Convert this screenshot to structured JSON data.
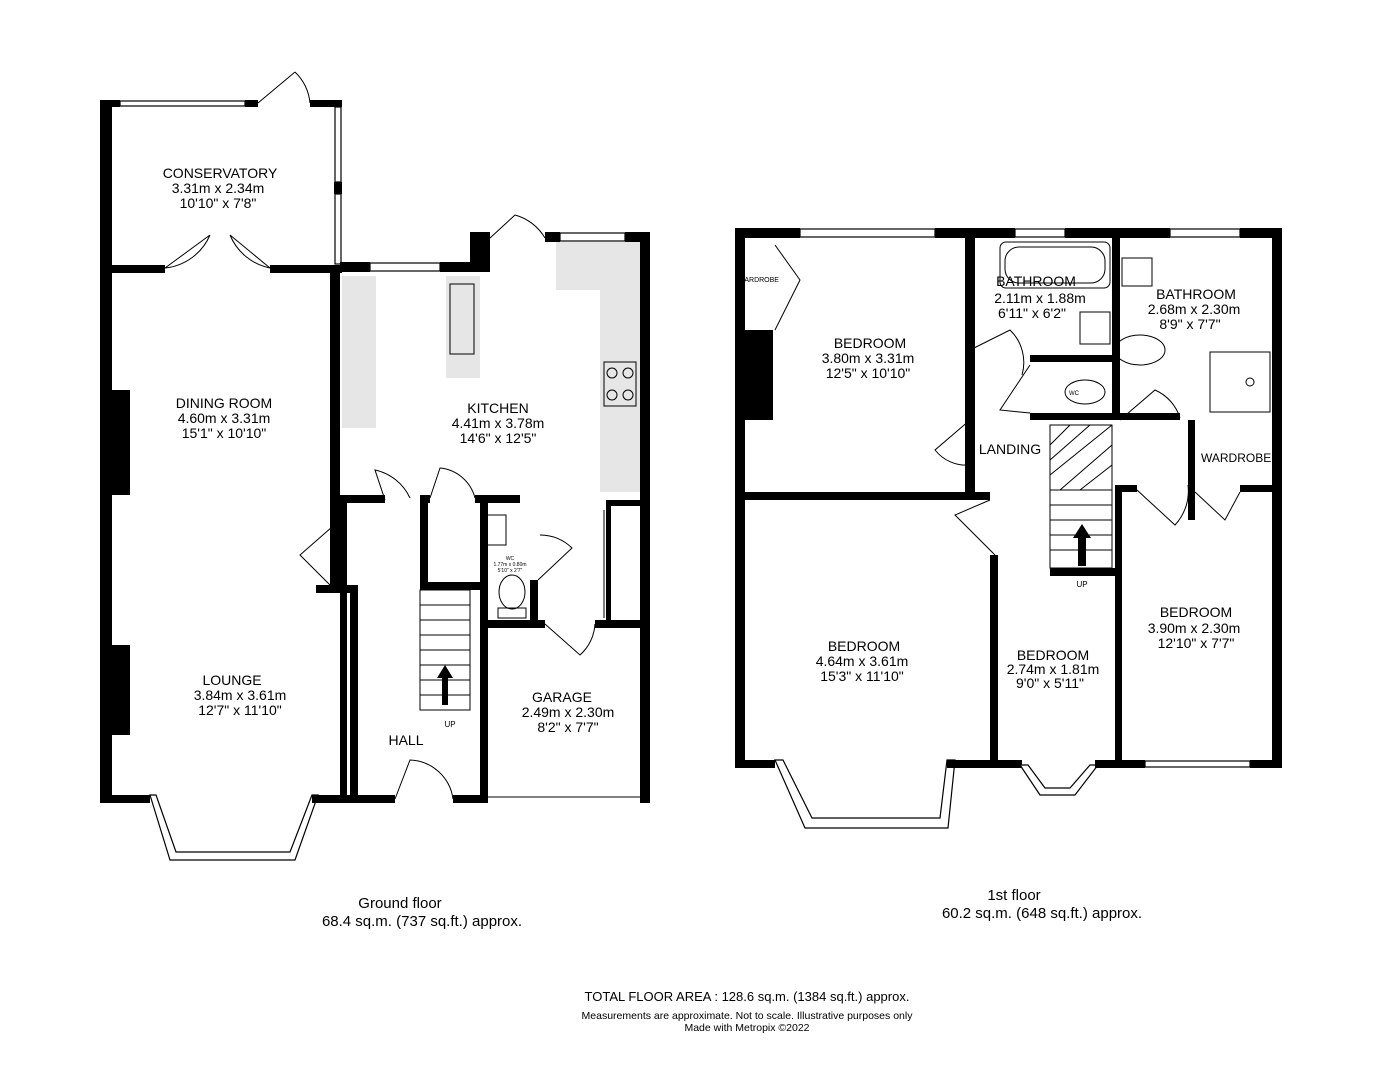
{
  "ground_floor": {
    "rooms": [
      {
        "name": "CONSERVATORY",
        "metric": "3.31m  x 2.34m",
        "imperial": "10'10\"  x 7'8\""
      },
      {
        "name": "DINING ROOM",
        "metric": "4.60m  x 3.31m",
        "imperial": "15'1\"  x 10'10\""
      },
      {
        "name": "KITCHEN",
        "metric": "4.41m  x 3.78m",
        "imperial": "14'6\"  x 12'5\""
      },
      {
        "name": "LOUNGE",
        "metric": "3.84m  x 3.61m",
        "imperial": "12'7\"  x 11'10\""
      },
      {
        "name": "GARAGE",
        "metric": "2.49m  x 2.30m",
        "imperial": "8'2\"  x 7'7\""
      },
      {
        "name": "HALL"
      },
      {
        "name": "WC",
        "metric": "1.77m x 0.80m",
        "imperial": "5'10\" x 2'7\""
      }
    ],
    "stairs_label": "UP",
    "caption": "Ground floor",
    "area": "68.4 sq.m. (737 sq.ft.) approx."
  },
  "first_floor": {
    "rooms": [
      {
        "name": "BEDROOM",
        "metric": "3.80m  x 3.31m",
        "imperial": "12'5\"  x 10'10\""
      },
      {
        "name": "BATHROOM",
        "metric": "2.11m  x 1.88m",
        "imperial": "6'11\"  x 6'2\""
      },
      {
        "name": "BATHROOM",
        "metric": "2.68m  x 2.30m",
        "imperial": "8'9\"  x 7'7\""
      },
      {
        "name": "BEDROOM",
        "metric": "4.64m  x 3.61m",
        "imperial": "15'3\"  x 11'10\""
      },
      {
        "name": "BEDROOM",
        "metric": "2.74m  x 1.81m",
        "imperial": "9'0\"  x 5'11\""
      },
      {
        "name": "BEDROOM",
        "metric": "3.90m  x 2.30m",
        "imperial": "12'10\"  x 7'7\""
      },
      {
        "name": "LANDING"
      },
      {
        "name": "WARDROBE"
      },
      {
        "name": "WARDROBE"
      },
      {
        "name": "WC"
      }
    ],
    "stairs_label": "UP",
    "caption": "1st floor",
    "area": "60.2 sq.m. (648 sq.ft.) approx."
  },
  "footer": {
    "total": "TOTAL FLOOR AREA : 128.6 sq.m. (1384 sq.ft.) approx.",
    "disclaimer": "Measurements are approximate.  Not to scale.  Illustrative purposes only",
    "credit": "Made with Metropix ©2022"
  }
}
